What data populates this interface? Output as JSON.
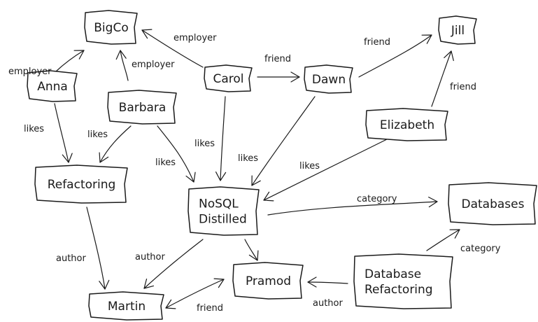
{
  "diagram": {
    "type": "graph",
    "nodes": [
      {
        "id": "bigco",
        "label": [
          "BigCo"
        ]
      },
      {
        "id": "anna",
        "label": [
          "Anna"
        ]
      },
      {
        "id": "barbara",
        "label": [
          "Barbara"
        ]
      },
      {
        "id": "carol",
        "label": [
          "Carol"
        ]
      },
      {
        "id": "dawn",
        "label": [
          "Dawn"
        ]
      },
      {
        "id": "jill",
        "label": [
          "Jill"
        ]
      },
      {
        "id": "elizabeth",
        "label": [
          "Elizabeth"
        ]
      },
      {
        "id": "refactoring",
        "label": [
          "Refactoring"
        ]
      },
      {
        "id": "nosql",
        "label": [
          "NoSQL",
          "Distilled"
        ]
      },
      {
        "id": "databases",
        "label": [
          "Databases"
        ]
      },
      {
        "id": "pramod",
        "label": [
          "Pramod"
        ]
      },
      {
        "id": "martin",
        "label": [
          "Martin"
        ]
      },
      {
        "id": "dbrefactoring",
        "label": [
          "Database",
          "Refactoring"
        ]
      }
    ],
    "edges": [
      {
        "from": "anna",
        "to": "bigco",
        "label": "employer"
      },
      {
        "from": "barbara",
        "to": "bigco",
        "label": "employer"
      },
      {
        "from": "carol",
        "to": "bigco",
        "label": "employer"
      },
      {
        "from": "carol",
        "to": "dawn",
        "label": "friend"
      },
      {
        "from": "dawn",
        "to": "jill",
        "label": "friend"
      },
      {
        "from": "elizabeth",
        "to": "jill",
        "label": "friend"
      },
      {
        "from": "anna",
        "to": "refactoring",
        "label": "likes"
      },
      {
        "from": "barbara",
        "to": "refactoring",
        "label": "likes"
      },
      {
        "from": "barbara",
        "to": "nosql",
        "label": "likes"
      },
      {
        "from": "carol",
        "to": "nosql",
        "label": "likes"
      },
      {
        "from": "dawn",
        "to": "nosql",
        "label": "likes"
      },
      {
        "from": "elizabeth",
        "to": "nosql",
        "label": "likes"
      },
      {
        "from": "nosql",
        "to": "databases",
        "label": "category"
      },
      {
        "from": "dbrefactoring",
        "to": "databases",
        "label": "category"
      },
      {
        "from": "refactoring",
        "to": "martin",
        "label": "author"
      },
      {
        "from": "nosql",
        "to": "martin",
        "label": "author"
      },
      {
        "from": "nosql",
        "to": "pramod",
        "label": ""
      },
      {
        "from": "dbrefactoring",
        "to": "pramod",
        "label": "author"
      },
      {
        "from": "martin",
        "to": "pramod",
        "label": "friend",
        "bidirectional": true
      }
    ]
  }
}
